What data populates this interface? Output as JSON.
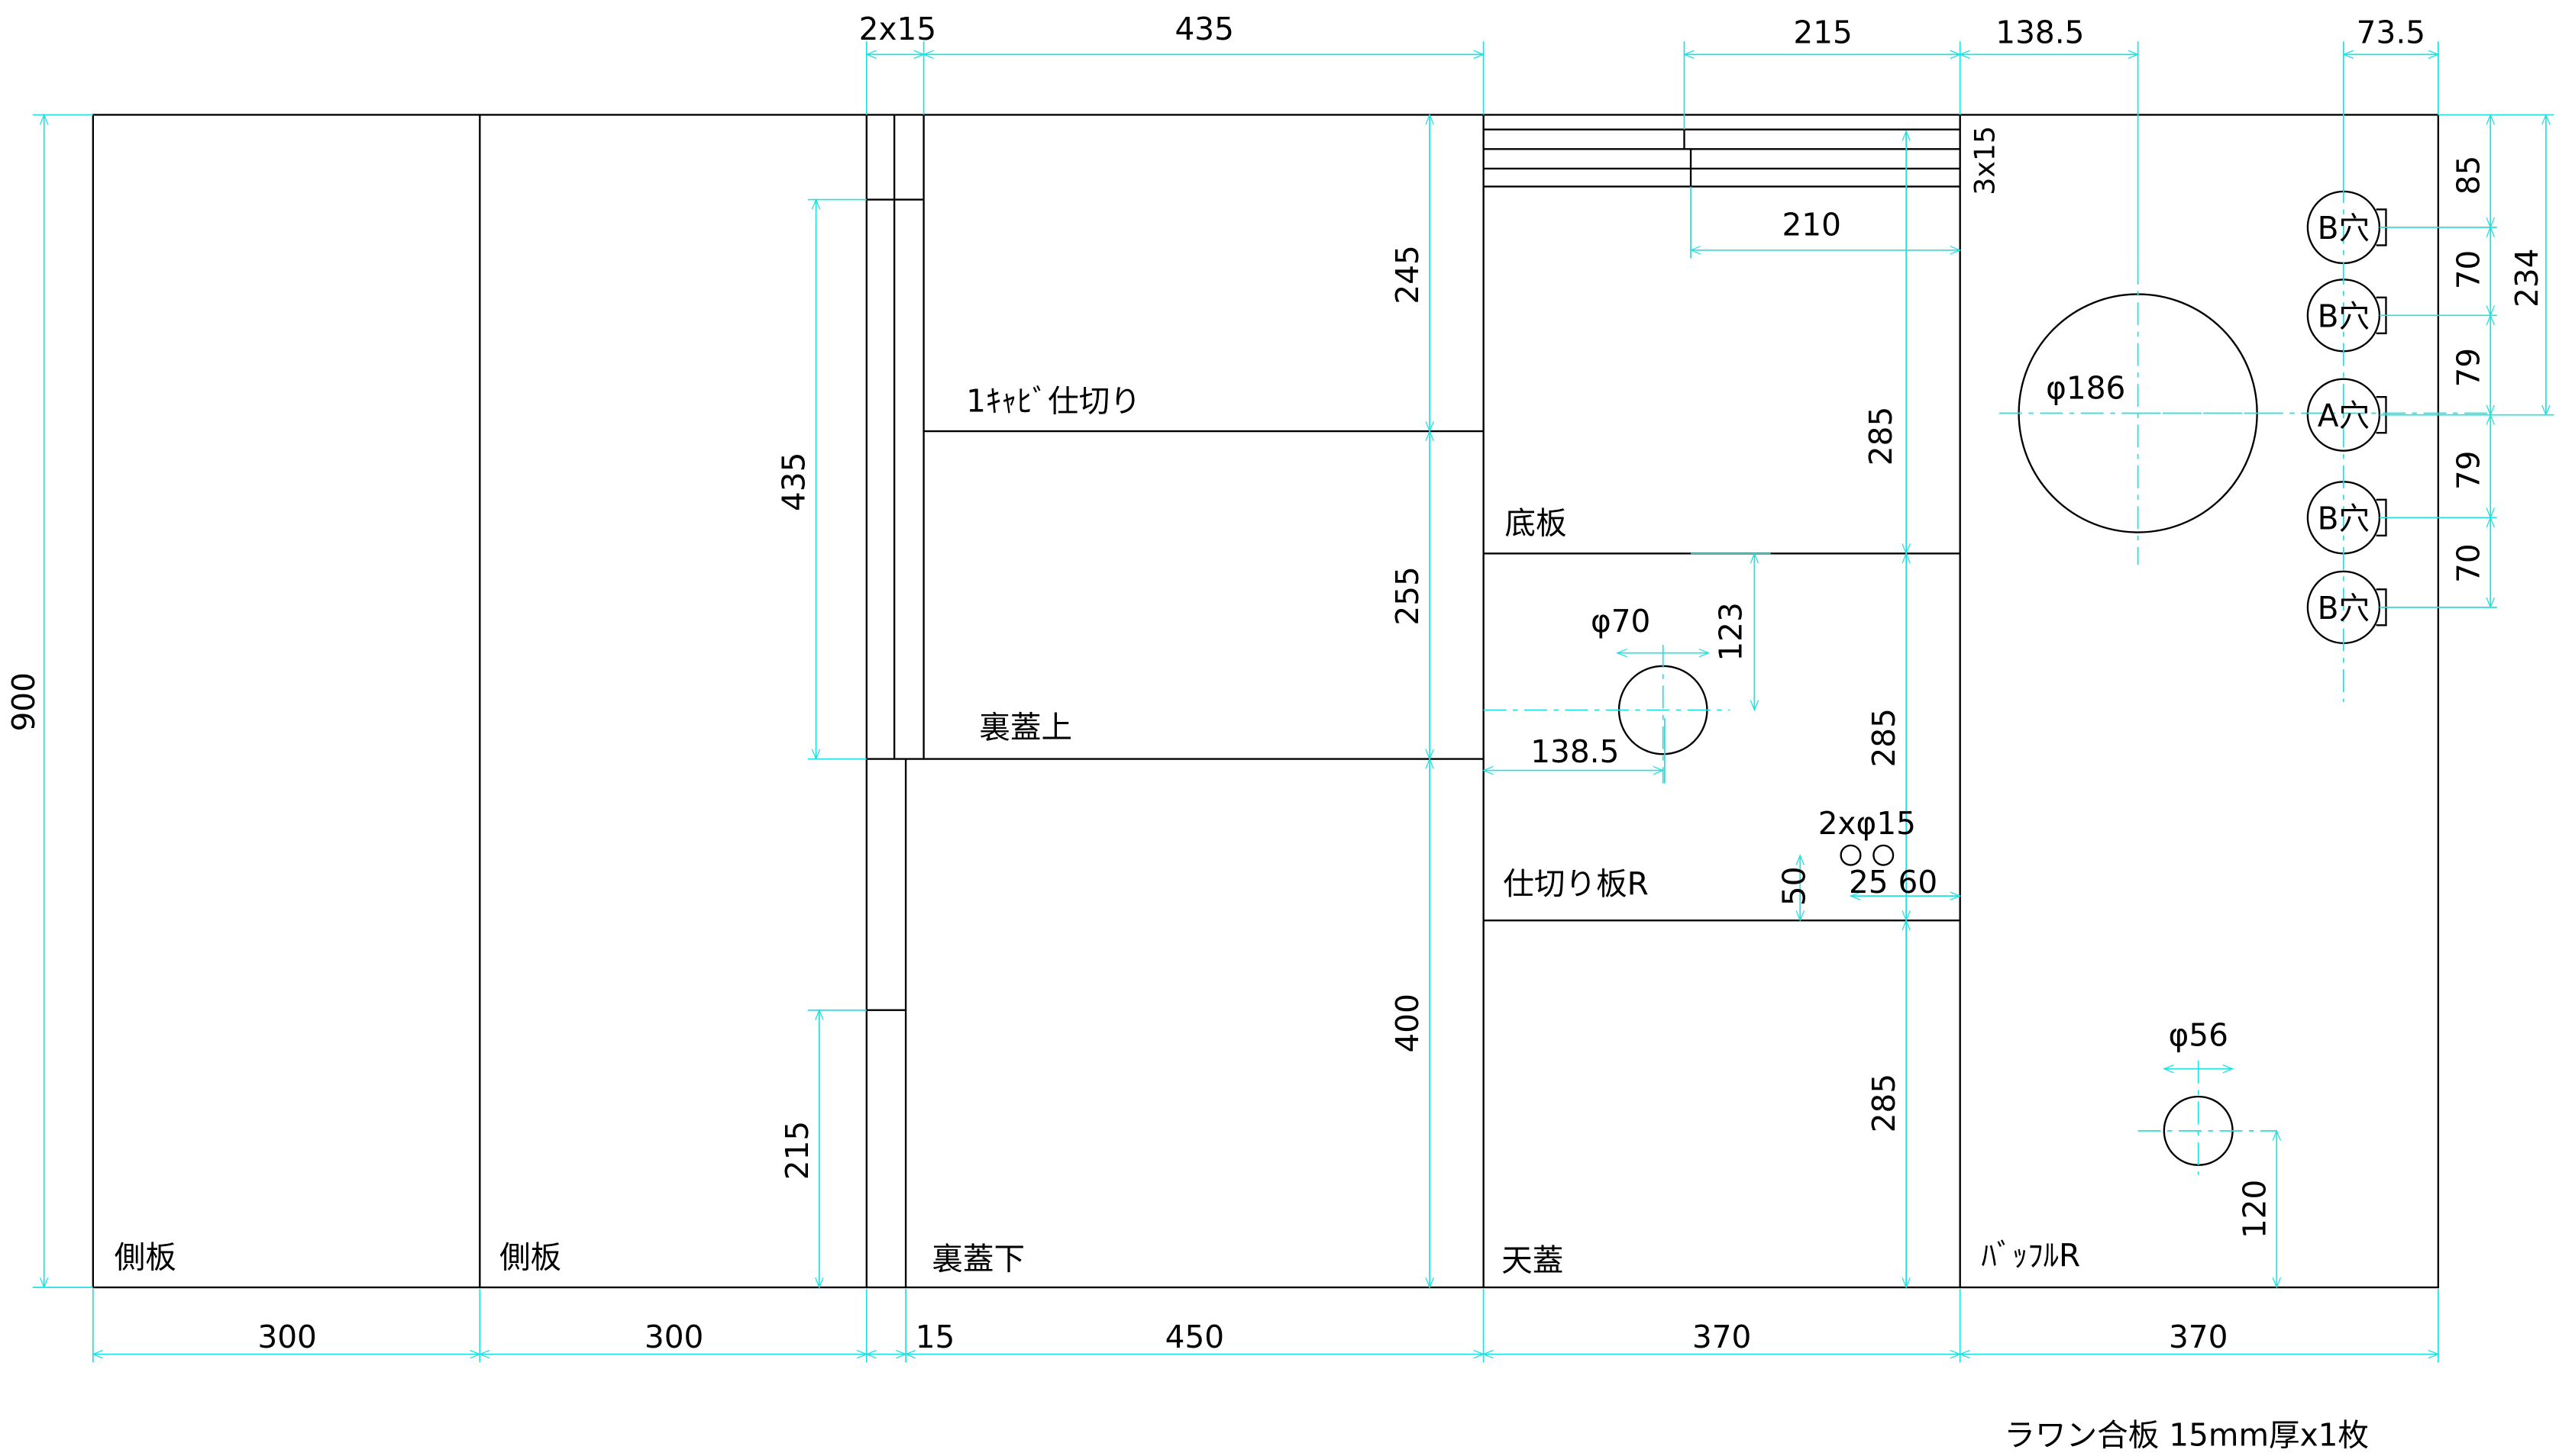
{
  "parts": {
    "side1": "側板",
    "side2": "側板",
    "back_lower": "裏蓋下",
    "back_upper": "裏蓋上",
    "cab_divider": "1ｷｬﾋﾞ仕切り",
    "top": "天蓋",
    "bottom": "底板",
    "divider_r": "仕切り板R",
    "baffle_r": "ﾊﾞｯﾌﾙR"
  },
  "holes": {
    "b": "B穴",
    "a": "A穴"
  },
  "dims": {
    "top_2x15": "2x15",
    "top_435": "435",
    "top_215": "215",
    "top_138_5": "138.5",
    "top_73_5": "73.5",
    "bottom_300a": "300",
    "bottom_300b": "300",
    "bottom_15": "15",
    "bottom_450": "450",
    "bottom_370a": "370",
    "bottom_370b": "370",
    "left_900": "900",
    "v_435": "435",
    "v_215": "215",
    "v_245": "245",
    "v_255": "255",
    "v_400": "400",
    "v_285a": "285",
    "v_285b": "285",
    "v_285c": "285",
    "v_3x15": "3x15",
    "h_210": "210",
    "phi70": "φ70",
    "v_123": "123",
    "h_138_5": "138.5",
    "phi15": "2xφ15",
    "v_50": "50",
    "h_25_60": "25 60",
    "phi186": "φ186",
    "phi56": "φ56",
    "v_120": "120",
    "r_85": "85",
    "r_70a": "70",
    "r_79a": "79",
    "r_79b": "79",
    "r_70b": "70",
    "r_234": "234"
  },
  "footer": "ラワン合板 15mm厚x1枚"
}
